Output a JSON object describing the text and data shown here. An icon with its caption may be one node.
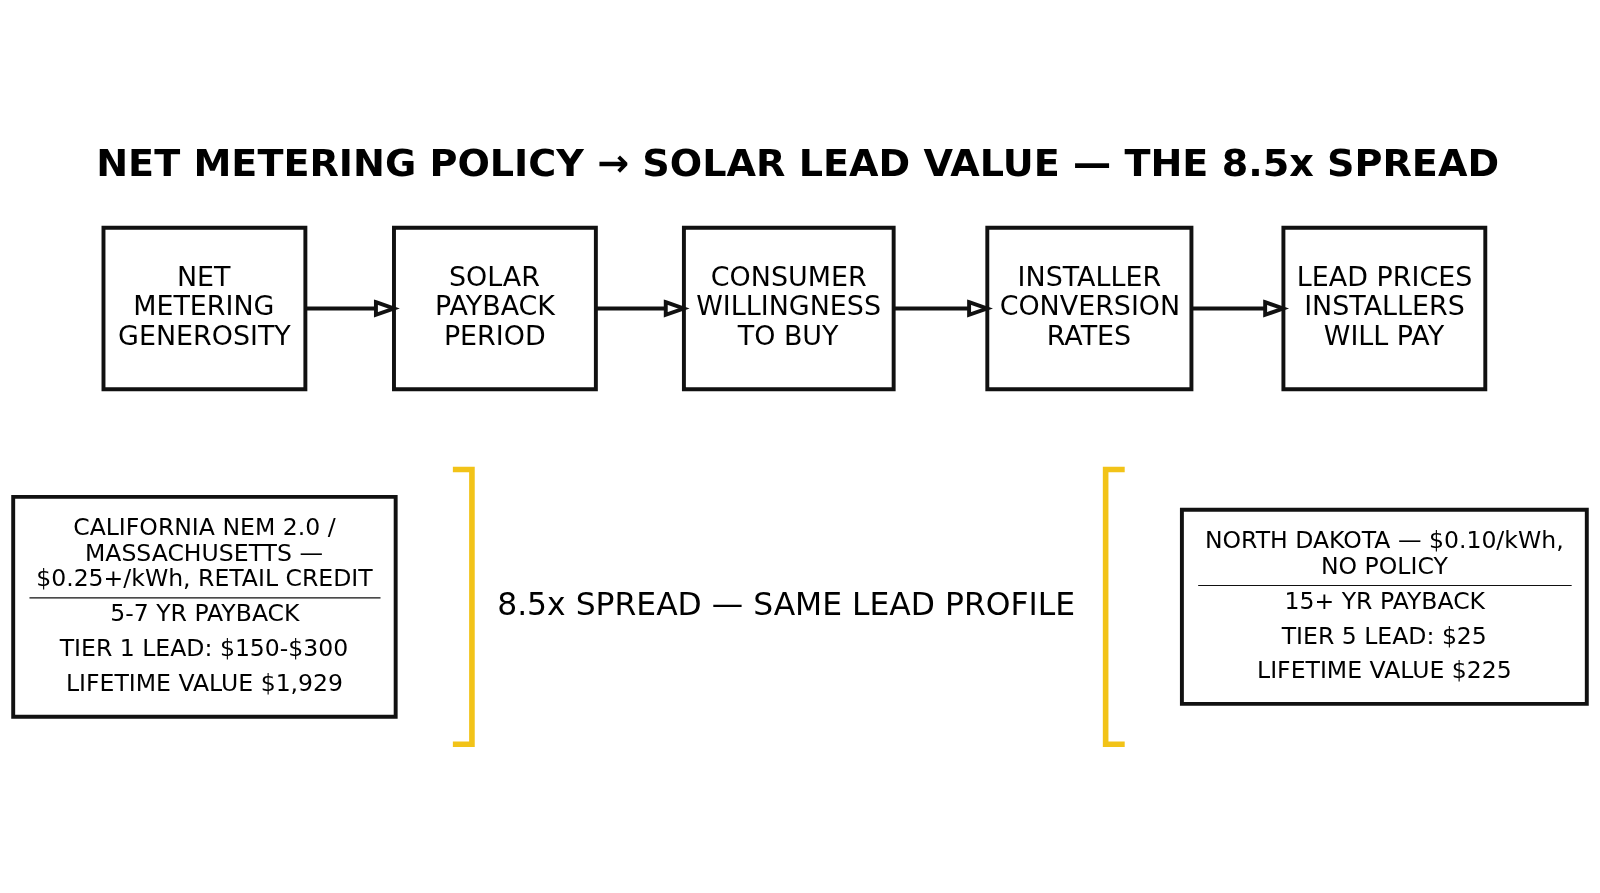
{
  "diagram": {
    "title": "NET METERING POLICY → SOLAR LEAD VALUE — THE 8.5x SPREAD",
    "nodes": [
      {
        "text": [
          "NET METERING GENEROSITY"
        ]
      },
      {
        "text": [
          "SOLAR PAYBACK PERIOD"
        ]
      },
      {
        "text": [
          "CONSUMER WILLINGNESS TO BUY"
        ]
      },
      {
        "text": [
          "INSTALLER CONVERSION RATES"
        ]
      },
      {
        "text": [
          "LEAD PRICES INSTALLERS WILL PAY"
        ]
      },
      {
        "text": [
          "CALIFORNIA NEM 2.0 / MASSACHUSETTS — $0.25+/kWh, RETAIL CREDIT",
          "5-7 YR PAYBACK",
          "TIER 1 LEAD: $150-$300",
          "LIFETIME VALUE $1,929"
        ]
      },
      {
        "text": [
          "NORTH DAKOTA — $0.10/kWh, NO POLICY",
          "15+ YR PAYBACK",
          "TIER 5 LEAD: $25",
          "LIFETIME VALUE $225"
        ]
      }
    ],
    "edges": [
      {
        "from": 0,
        "to": 1,
        "arrow": "to"
      },
      {
        "from": 1,
        "to": 2,
        "arrow": "to"
      },
      {
        "from": 2,
        "to": 3,
        "arrow": "to"
      },
      {
        "from": 3,
        "to": 4,
        "arrow": "to"
      }
    ],
    "labels": [
      "8.5x SPREAD — SAME LEAD PROFILE"
    ]
  }
}
